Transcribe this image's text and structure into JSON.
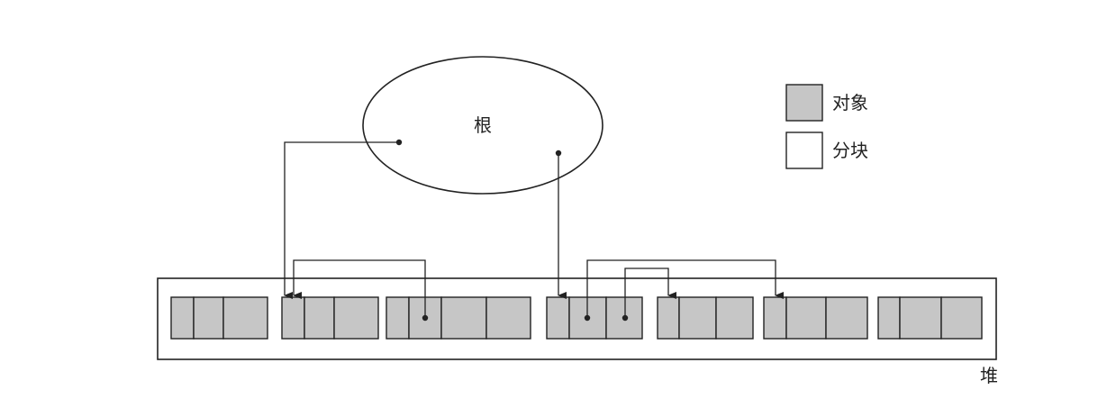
{
  "root": {
    "label": "根"
  },
  "legend": {
    "object_label": "对象",
    "chunk_label": "分块"
  },
  "heap": {
    "label": "堆"
  },
  "colors": {
    "object_fill": "#c6c6c6",
    "chunk_fill": "#ffffff",
    "stroke": "#222222"
  }
}
